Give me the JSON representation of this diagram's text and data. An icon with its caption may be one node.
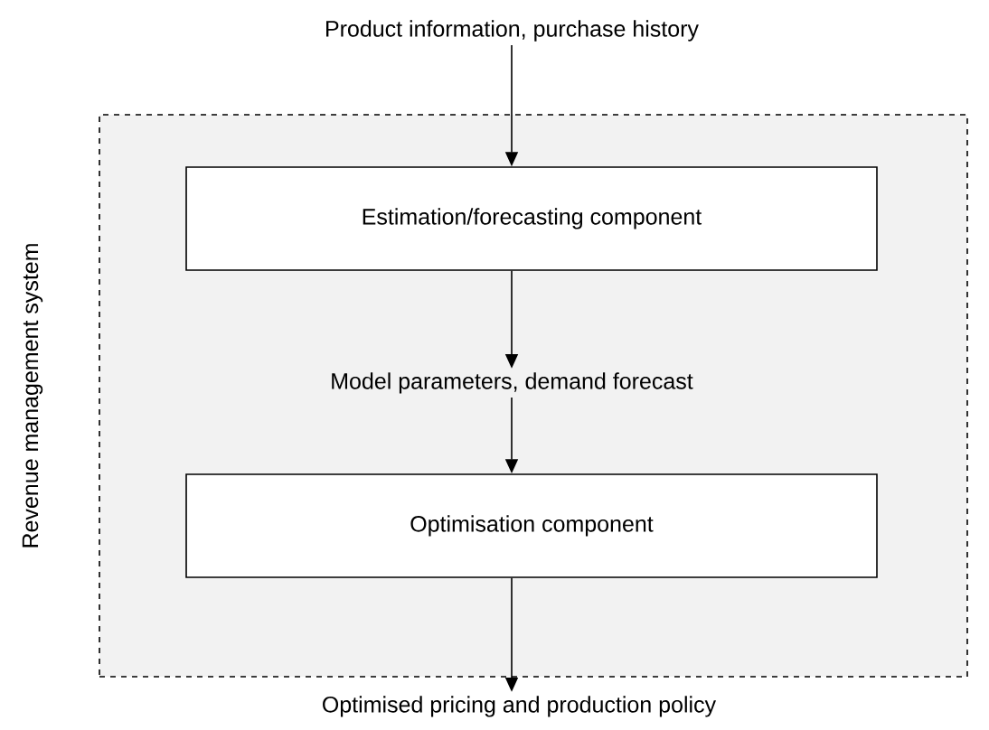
{
  "diagram": {
    "nodes": [
      {
        "text": [
          "Revenue management system"
        ]
      },
      {
        "text": [
          "Product information, purchase history"
        ]
      },
      {
        "text": [
          "Estimation/forecasting component"
        ],
        "in": 0
      },
      {
        "text": [
          "Model parameters, demand forecast"
        ],
        "in": 0
      },
      {
        "text": [
          "Optimisation component"
        ],
        "in": 0
      },
      {
        "text": [
          "Optimised pricing and production policy"
        ]
      }
    ],
    "edges": [
      {
        "from": 1,
        "to": 2,
        "arrow": "to"
      },
      {
        "from": 2,
        "to": 3,
        "arrow": "to"
      },
      {
        "from": 3,
        "to": 4,
        "arrow": "to"
      },
      {
        "from": 4,
        "to": 5,
        "arrow": "to"
      }
    ]
  }
}
